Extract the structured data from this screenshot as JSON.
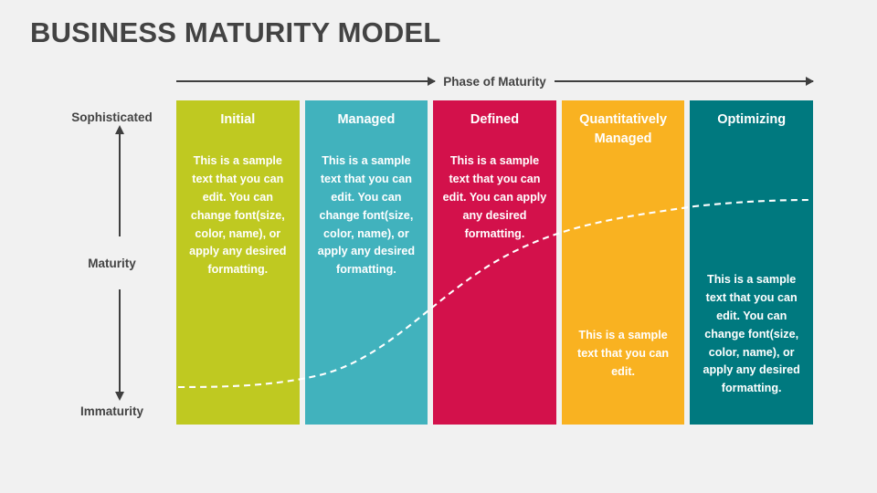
{
  "slide": {
    "title": "BUSINESS MATURITY MODEL",
    "background_color": "#f1f1f1",
    "text_color": "#434343"
  },
  "x_axis": {
    "label": "Phase of Maturity",
    "arrow_color": "#3f3f3f"
  },
  "y_axis": {
    "top_label": "Sophisticated",
    "middle_label": "Maturity",
    "bottom_label": "Immaturity",
    "arrow_color": "#3f3f3f"
  },
  "curve": {
    "style": "dashed",
    "color": "#ffffff",
    "shape": "s-curve-rising-left-to-right"
  },
  "columns": [
    {
      "title": "Initial",
      "body": "This is a sample text that you can edit. You can change font(size, color, name), or apply any desired formatting.",
      "color": "#bfc921",
      "body_position": "top"
    },
    {
      "title": "Managed",
      "body": "This is a sample text that you can edit. You can change font(size, color, name), or apply any desired formatting.",
      "color": "#41b2bd",
      "body_position": "top"
    },
    {
      "title": "Defined",
      "body": "This is a sample text that you can edit. You can apply any desired formatting.",
      "color": "#d3114b",
      "body_position": "top"
    },
    {
      "title": "Quantitatively Managed",
      "body": "This is a sample text that you can edit.",
      "color": "#f9b221",
      "body_position": "middle"
    },
    {
      "title": "Optimizing",
      "body": "This is a sample text that you can edit. You can change font(size, color, name), or apply any desired formatting.",
      "color": "#00797f",
      "body_position": "late"
    }
  ]
}
